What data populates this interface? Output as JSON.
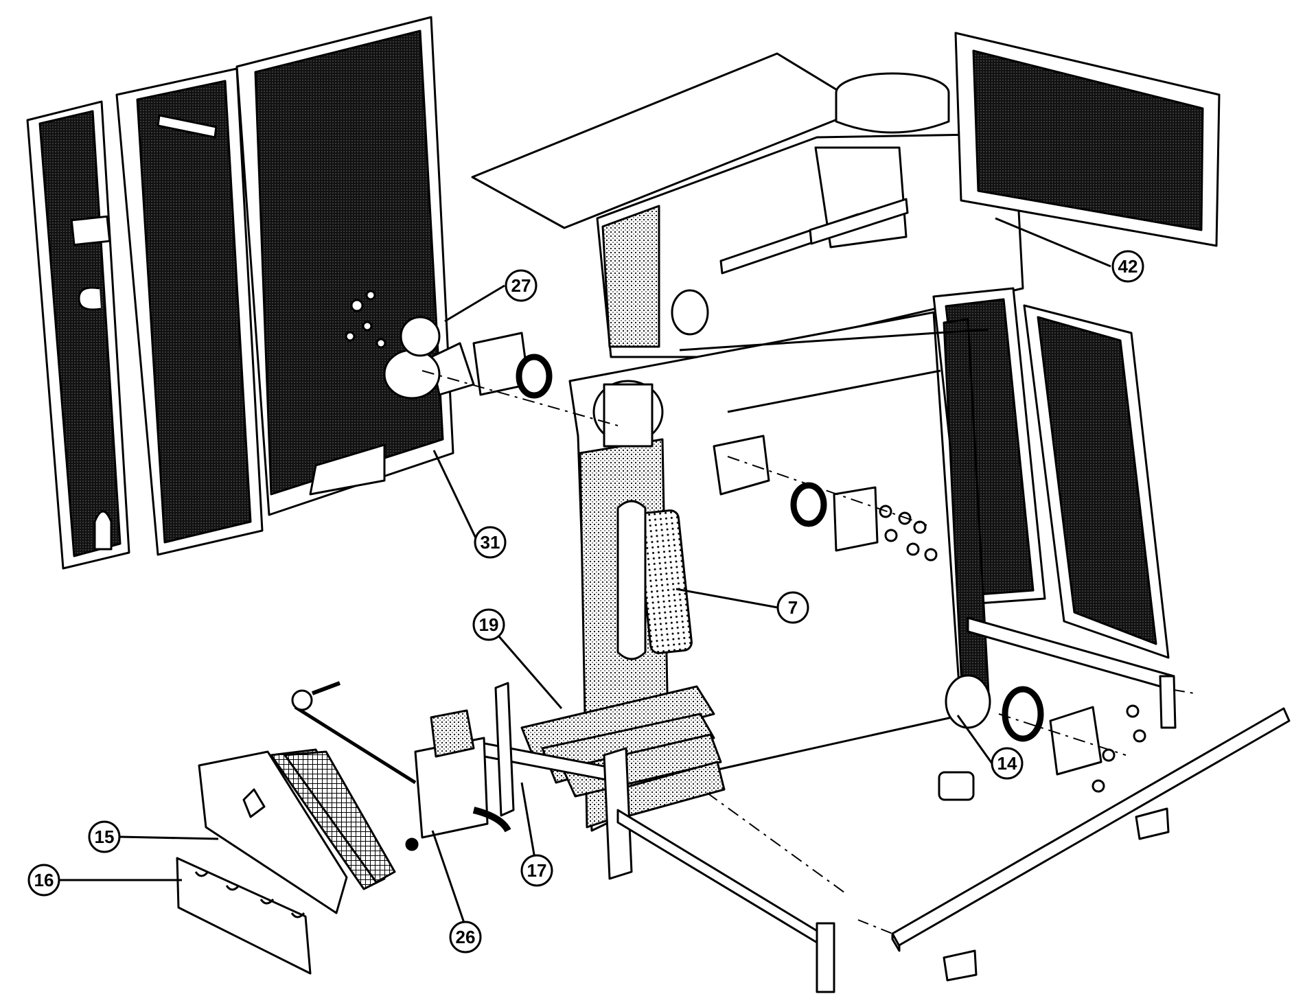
{
  "diagram": {
    "type": "exploded-parts-view",
    "callouts": [
      {
        "id": "callout-27",
        "label": "27"
      },
      {
        "id": "callout-42",
        "label": "42"
      },
      {
        "id": "callout-31",
        "label": "31"
      },
      {
        "id": "callout-7",
        "label": "7"
      },
      {
        "id": "callout-19",
        "label": "19"
      },
      {
        "id": "callout-14",
        "label": "14"
      },
      {
        "id": "callout-15",
        "label": "15"
      },
      {
        "id": "callout-16",
        "label": "16"
      },
      {
        "id": "callout-17",
        "label": "17"
      },
      {
        "id": "callout-26",
        "label": "26"
      }
    ],
    "colors": {
      "ink": "#000000",
      "paper": "#ffffff",
      "shade": "#2a2a2a"
    }
  }
}
